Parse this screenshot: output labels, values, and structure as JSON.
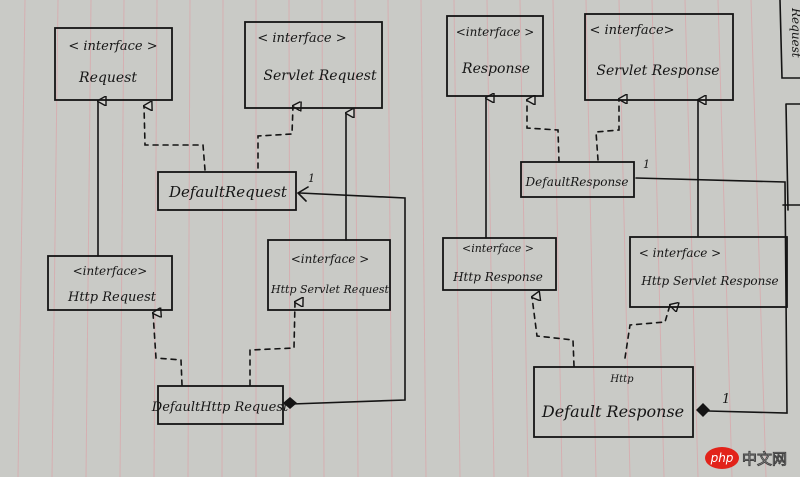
{
  "stereotype": "< interface >",
  "classes": {
    "request": {
      "stereotype": "< interface >",
      "name": "Request"
    },
    "servlet_request": {
      "stereotype": "< interface >",
      "name": "Servlet Request"
    },
    "default_request": {
      "name": "DefaultRequest"
    },
    "http_request": {
      "stereotype": "<interface>",
      "name": "Http Request"
    },
    "http_servlet_request": {
      "stereotype": "<interface >",
      "name": "Http Servlet Request"
    },
    "default_http_request": {
      "name": "DefaultHttp Request"
    },
    "response": {
      "stereotype": "<interface >",
      "name": "Response"
    },
    "servlet_response": {
      "stereotype": "< interface>",
      "name": "Servlet Response"
    },
    "default_response_small": {
      "name": "DefaultResponse"
    },
    "http_response": {
      "stereotype": "<interface >",
      "name": "Http Response"
    },
    "http_servlet_response": {
      "stereotype": "< interface >",
      "name": "Http Servlet Response"
    },
    "default_http_response": {
      "annotation": "Http",
      "name": "Default Response"
    }
  },
  "multiplicity": {
    "request_assoc": "1",
    "response_assoc_top": "1",
    "response_assoc_bottom": "1"
  },
  "edge_text": "Request",
  "watermark": {
    "logo": "php",
    "text": "中文网"
  },
  "colors": {
    "paper": "#c9cac6",
    "ruling": "#d9a9ad",
    "ink": "#141414",
    "watermark": "#e2231a"
  }
}
